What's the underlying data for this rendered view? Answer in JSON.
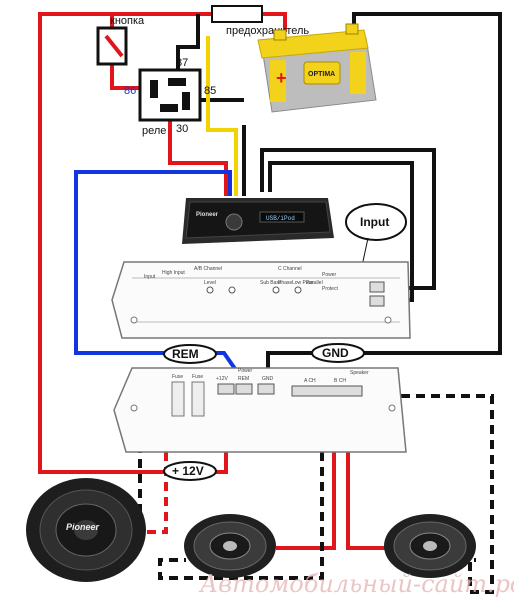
{
  "labels": {
    "button": "кнопка",
    "fuse": "предохранитель",
    "relay": "реле",
    "pin86": "86",
    "pin87": "87",
    "pin85": "85",
    "pin30": "30",
    "input": "Input",
    "rem": "REM",
    "gnd": "GND",
    "plus12v": "+ 12V",
    "watermark": "Автомобильный-сайт.рф"
  },
  "head_unit": {
    "brand": "Pioneer",
    "display": "USB/iPod"
  },
  "amp_top": {
    "ab_channel": "A/B Channel",
    "c_channel": "C Channel",
    "input": "Input",
    "high_input": "High Input",
    "power": "Power",
    "level": "Level",
    "sub_bass": "Sub Bass",
    "phase": "Phase",
    "low_pass": "Low Pass",
    "parallel": "Parallel",
    "protect": "Protect"
  },
  "amp_bottom": {
    "fuse1": "Fuse",
    "fuse2": "Fuse",
    "plus12v": "+12V",
    "power": "Power",
    "rem": "REM",
    "gnd": "GND",
    "speaker": "Speaker",
    "a_ch": "A CH",
    "b_ch": "B CH"
  },
  "battery": {
    "brand": "OPTIMA",
    "plus": "+",
    "minus": "−"
  },
  "subwoofer": {
    "brand": "Pioneer"
  },
  "colors": {
    "red": "#e0161b",
    "black": "#111111",
    "blue": "#1136e0",
    "yellow": "#f2d200",
    "battery_top": "#f3d21b",
    "battery_body": "#c8c8c8"
  }
}
